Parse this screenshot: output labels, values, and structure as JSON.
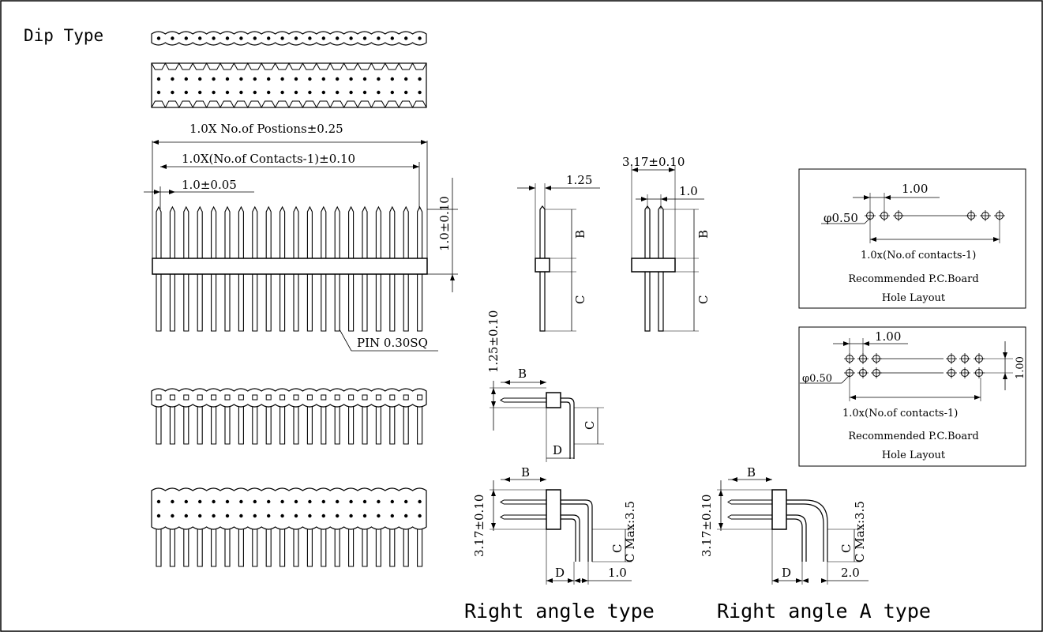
{
  "title": "Dip Type",
  "labels": {
    "overall_length": "1.0X No.of Postions±0.25",
    "contacts_span": "1.0X(No.of Contacts-1)±0.10",
    "pitch": "1.0±0.05",
    "height_above": "1.0±0.10",
    "pin": "PIN 0.30SQ",
    "side_single_offset": "1.25",
    "side_double_width": "3.17±0.10",
    "side_double_pitch": "1.0",
    "dim_b": "B",
    "dim_c": "C",
    "dim_d": "D",
    "ra_single_height": "1.25±0.10",
    "ra_double_height": "3.17±0.10",
    "c_max": "C Max:3.5",
    "ra_lead_1": "1.0",
    "ra_lead_2": "2.0",
    "right_angle": "Right angle type",
    "right_angle_a": "Right angle A type"
  },
  "pcb1": {
    "pitch": "1.00",
    "hole_dia": "φ0.50",
    "span": "1.0x(No.of contacts-1)",
    "caption_1": "Recommended P.C.Board",
    "caption_2": "Hole Layout"
  },
  "pcb2": {
    "pitch": "1.00",
    "row_pitch": "1.00",
    "hole_dia": "φ0.50",
    "span": "1.0x(No.of contacts-1)",
    "caption_1": "Recommended P.C.Board",
    "caption_2": "Hole Layout"
  }
}
